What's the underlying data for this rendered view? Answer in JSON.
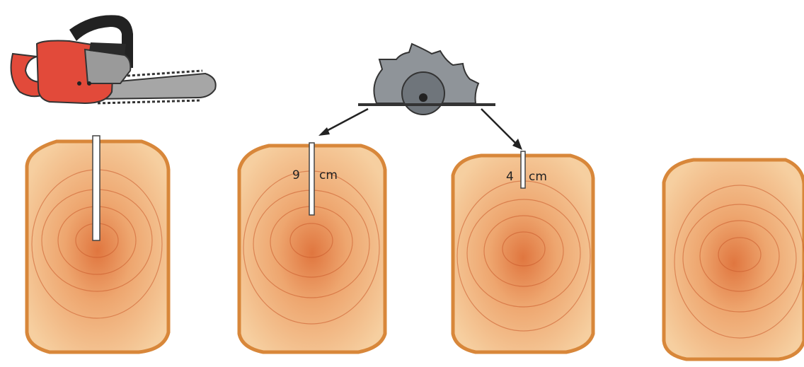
{
  "labels": {
    "cut_depth_1_number": "9",
    "cut_depth_1_unit": "cm",
    "cut_depth_2_number": "4",
    "cut_depth_2_unit": "cm"
  },
  "illustrations": {
    "tool_1": "chainsaw-icon",
    "tool_2": "circular-saw-blade-icon",
    "logs": [
      "log-with-deep-chainsaw-cut",
      "log-with-9cm-saw-cut",
      "log-with-4cm-saw-cut",
      "log-uncut"
    ]
  },
  "colors": {
    "wood_light": "#f6cfa0",
    "wood_mid": "#eea66f",
    "wood_dark": "#e0763f",
    "bark_fringe": "#d8873a",
    "ring_line": "#c9582a",
    "chainsaw_red": "#e24a3a",
    "chainsaw_dark": "#2a2a2a",
    "bar_grey": "#9a9a9a",
    "blade_grey": "#8f9499"
  }
}
